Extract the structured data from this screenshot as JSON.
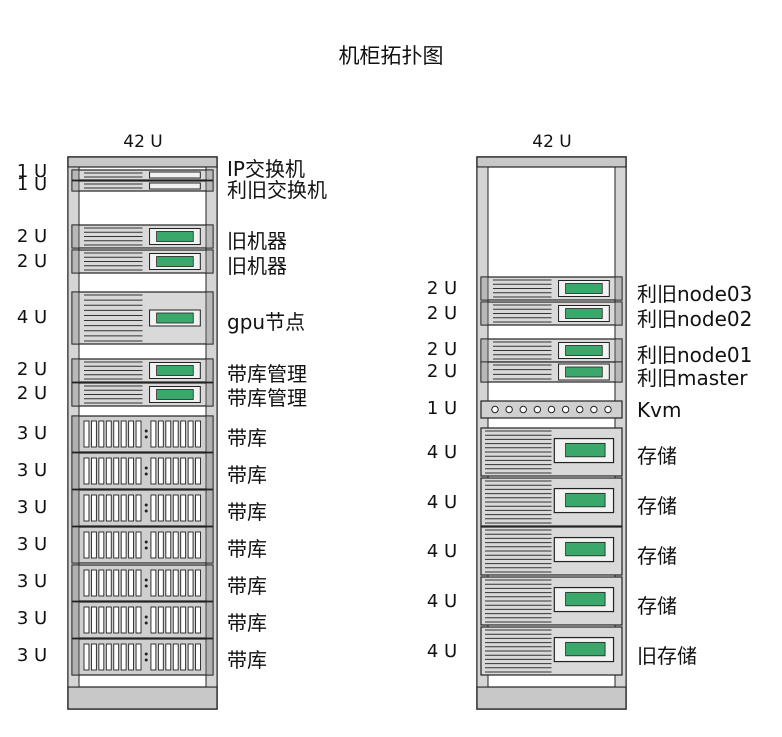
{
  "title": "机柜拓扑图",
  "rack_left": {
    "capacity": "42 U",
    "devices": [
      {
        "u": "1 U",
        "label": "IP交换机",
        "kind": "switch",
        "units": 1
      },
      {
        "u": "1 U",
        "label": "利旧交换机",
        "kind": "switch",
        "units": 1
      },
      {
        "u": "2 U",
        "label": "旧机器",
        "kind": "server",
        "units": 2
      },
      {
        "u": "2 U",
        "label": "旧机器",
        "kind": "server",
        "units": 2
      },
      {
        "u": "4 U",
        "label": "gpu节点",
        "kind": "server",
        "units": 4
      },
      {
        "u": "2 U",
        "label": "带库管理",
        "kind": "server",
        "units": 2
      },
      {
        "u": "2 U",
        "label": "带库管理",
        "kind": "server",
        "units": 2
      },
      {
        "u": "3 U",
        "label": "带库",
        "kind": "tape",
        "units": 3
      },
      {
        "u": "3 U",
        "label": "带库",
        "kind": "tape",
        "units": 3
      },
      {
        "u": "3 U",
        "label": "带库",
        "kind": "tape",
        "units": 3
      },
      {
        "u": "3 U",
        "label": "带库",
        "kind": "tape",
        "units": 3
      },
      {
        "u": "3 U",
        "label": "带库",
        "kind": "tape",
        "units": 3
      },
      {
        "u": "3 U",
        "label": "带库",
        "kind": "tape",
        "units": 3
      },
      {
        "u": "3 U",
        "label": "带库",
        "kind": "tape",
        "units": 3
      }
    ]
  },
  "rack_right": {
    "capacity": "42 U",
    "devices": [
      {
        "u": "2 U",
        "label": "利旧node03",
        "kind": "server",
        "units": 2
      },
      {
        "u": "2 U",
        "label": "利旧node02",
        "kind": "server",
        "units": 2
      },
      {
        "u": "2 U",
        "label": "利旧node01",
        "kind": "server",
        "units": 2
      },
      {
        "u": "2 U",
        "label": "利旧master",
        "kind": "server",
        "units": 2
      },
      {
        "u": "1 U",
        "label": "Kvm",
        "kind": "kvm",
        "units": 1
      },
      {
        "u": "4 U",
        "label": "存储",
        "kind": "storage",
        "units": 4
      },
      {
        "u": "4 U",
        "label": "存储",
        "kind": "storage",
        "units": 4
      },
      {
        "u": "4 U",
        "label": "存储",
        "kind": "storage",
        "units": 4
      },
      {
        "u": "4 U",
        "label": "存储",
        "kind": "storage",
        "units": 4
      },
      {
        "u": "4 U",
        "label": "旧存储",
        "kind": "storage",
        "units": 4
      }
    ]
  }
}
